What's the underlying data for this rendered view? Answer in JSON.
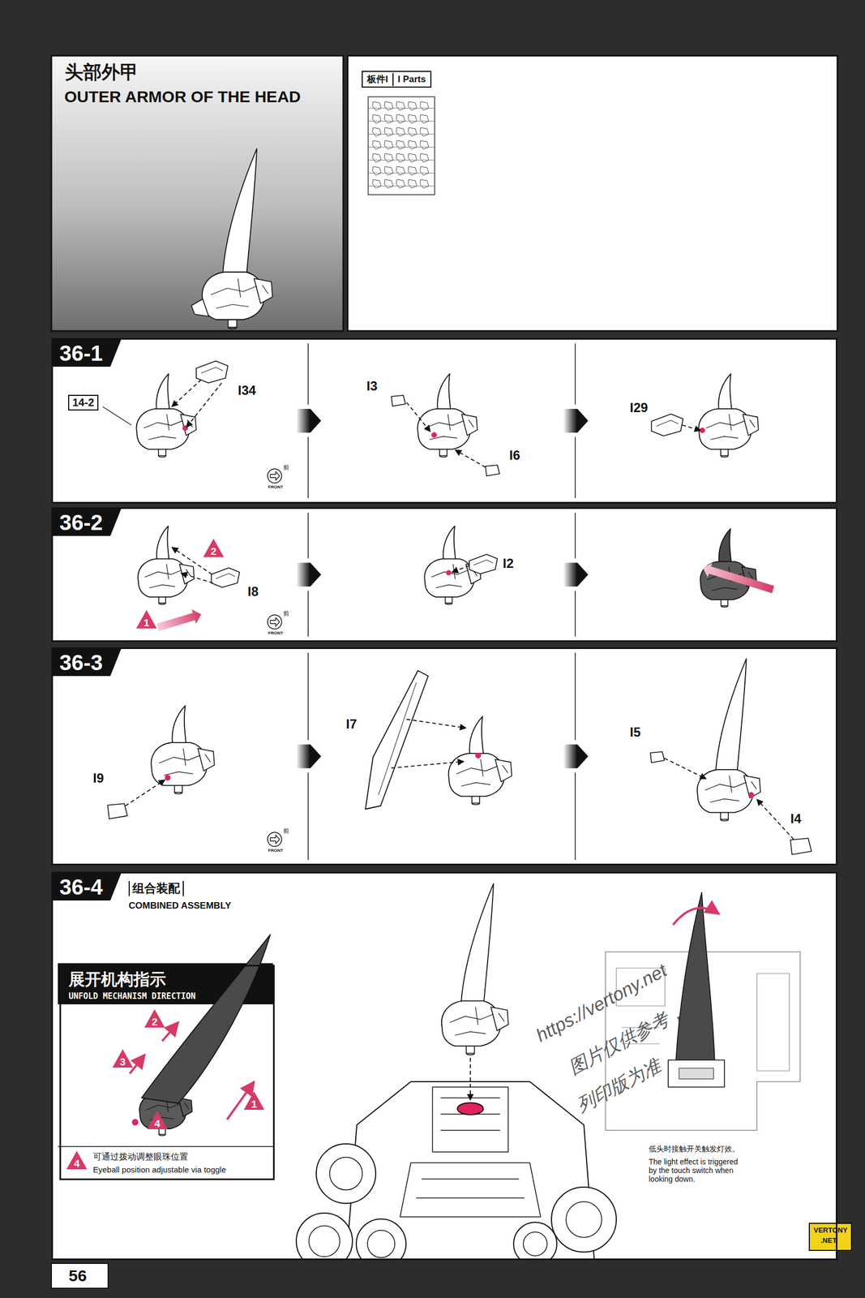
{
  "diagram": {
    "title": "头部外甲",
    "nodes": [
      {
        "text": [
          "板件I",
          "I Parts"
        ]
      },
      {
        "text": [
          "36-1"
        ]
      },
      {
        "text": [
          "36-2"
        ]
      },
      {
        "text": [
          "36-3"
        ]
      },
      {
        "text": [
          "36-4",
          "组合装配",
          "COMBINED ASSEMBLY"
        ]
      },
      {
        "text": [
          "展开机构指示",
          "UNFOLD MECHANISM DIRECTION"
        ],
        "in": 4
      }
    ],
    "labels": [
      "OUTER ARMOR OF THE HEAD",
      "14-2",
      "I34",
      "I3",
      "I6",
      "I29",
      "前",
      "FRONT",
      "1",
      "2",
      "I8",
      "I2",
      "前",
      "FRONT",
      "I9",
      "I7",
      "I5",
      "I4",
      "前",
      "FRONT",
      "2",
      "3",
      "4",
      "1",
      "4",
      "可通过拨动调整眼珠位置",
      "Eyeball position adjustable via toggle",
      "低头时接触开关触发灯效。",
      "The light effect is triggered by the touch switch when looking down.",
      "https://vertony.net",
      "图片仅供参考，",
      "列印版为准",
      "VERTONY",
      ".NET",
      "56"
    ]
  }
}
